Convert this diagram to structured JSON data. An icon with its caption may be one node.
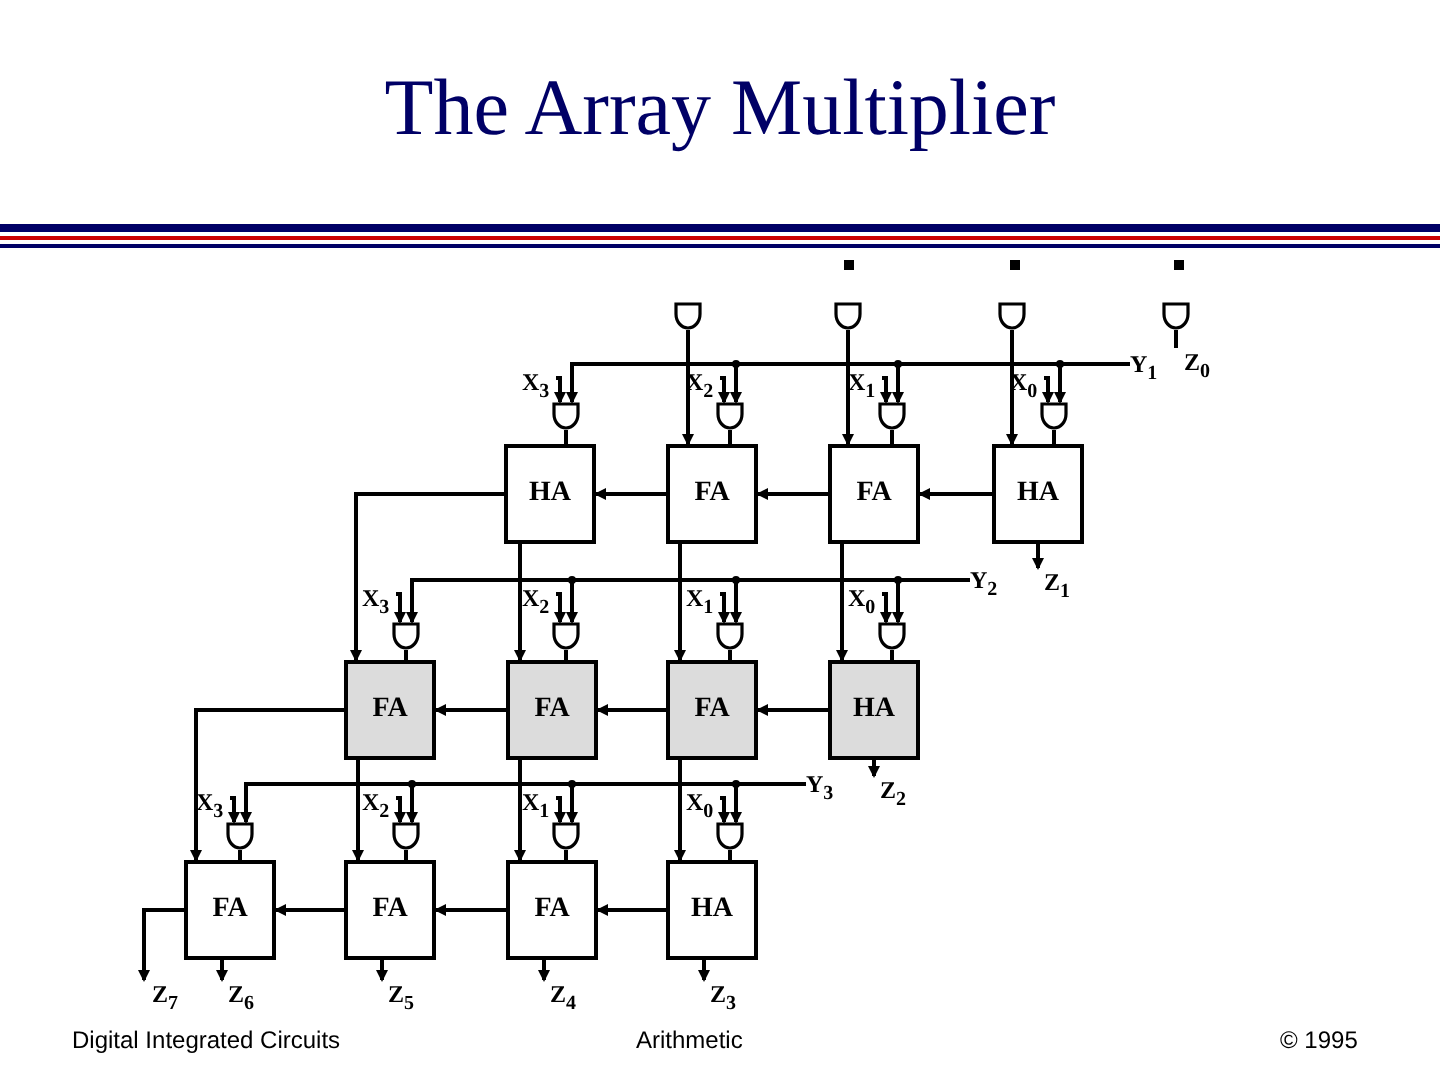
{
  "diagram": {
    "title": "The Array Multiplier",
    "nodes": [
      {
        "text": [],
        "shape": "gate"
      },
      {
        "text": [],
        "shape": "gate"
      },
      {
        "text": [],
        "shape": "gate"
      },
      {
        "text": [],
        "shape": "gate"
      },
      {
        "text": [
          "Z$_{0}$"
        ]
      },
      {
        "text": [],
        "shape": "gate"
      },
      {
        "text": [],
        "shape": "gate"
      },
      {
        "text": [],
        "shape": "gate"
      },
      {
        "text": [],
        "shape": "gate"
      },
      {
        "text": [
          "HA"
        ]
      },
      {
        "text": [
          "FA"
        ]
      },
      {
        "text": [
          "FA"
        ]
      },
      {
        "text": [
          "HA"
        ]
      },
      {
        "text": [
          "Z$_{1}$"
        ]
      },
      {
        "text": [],
        "shape": "gate"
      },
      {
        "text": [],
        "shape": "gate"
      },
      {
        "text": [],
        "shape": "gate"
      },
      {
        "text": [],
        "shape": "gate"
      },
      {
        "text": [
          "FA"
        ]
      },
      {
        "text": [
          "FA"
        ]
      },
      {
        "text": [
          "FA"
        ]
      },
      {
        "text": [
          "HA"
        ]
      },
      {
        "text": [
          "Z$_{2}$"
        ]
      },
      {
        "text": [],
        "shape": "gate"
      },
      {
        "text": [],
        "shape": "gate"
      },
      {
        "text": [],
        "shape": "gate"
      },
      {
        "text": [],
        "shape": "gate"
      },
      {
        "text": [
          "FA"
        ]
      },
      {
        "text": [
          "FA"
        ]
      },
      {
        "text": [
          "FA"
        ]
      },
      {
        "text": [
          "HA"
        ]
      },
      {
        "text": [
          "Z$_{7}$"
        ]
      },
      {
        "text": [
          "Z$_{6}$"
        ]
      },
      {
        "text": [
          "Z$_{5}$"
        ]
      },
      {
        "text": [
          "Z$_{4}$"
        ]
      },
      {
        "text": [
          "Z$_{3}$"
        ]
      },
      {
        "text": [
          "X$_{3}$"
        ]
      },
      {
        "text": [
          "X$_{2}$"
        ]
      },
      {
        "text": [
          "X$_{1}$"
        ]
      },
      {
        "text": [
          "X$_{0}$"
        ]
      },
      {
        "text": [
          "Y$_{1}$"
        ]
      },
      {
        "text": [
          "X$_{3}$"
        ]
      },
      {
        "text": [
          "X$_{2}$"
        ]
      },
      {
        "text": [
          "X$_{1}$"
        ]
      },
      {
        "text": [
          "X$_{0}$"
        ]
      },
      {
        "text": [
          "Y$_{2}$"
        ]
      },
      {
        "text": [
          "X$_{3}$"
        ]
      },
      {
        "text": [
          "X$_{2}$"
        ]
      },
      {
        "text": [
          "X$_{1}$"
        ]
      },
      {
        "text": [
          "X$_{0}$"
        ]
      },
      {
        "text": [
          "Y$_{3}$"
        ]
      }
    ],
    "edges": [
      {
        "from": 0,
        "to": 10,
        "arrow": "to"
      },
      {
        "from": 1,
        "to": 11,
        "arrow": "to"
      },
      {
        "from": 2,
        "to": 12,
        "arrow": "to"
      },
      {
        "from": 3,
        "to": 4,
        "arrow": "none"
      },
      {
        "from": 5,
        "to": 9,
        "arrow": "none"
      },
      {
        "from": 6,
        "to": 10,
        "arrow": "none"
      },
      {
        "from": 7,
        "to": 11,
        "arrow": "none"
      },
      {
        "from": 8,
        "to": 12,
        "arrow": "none"
      },
      {
        "from": 12,
        "to": 11,
        "arrow": "to"
      },
      {
        "from": 11,
        "to": 10,
        "arrow": "to"
      },
      {
        "from": 10,
        "to": 9,
        "arrow": "to"
      },
      {
        "from": 9,
        "to": 18,
        "arrow": "to"
      },
      {
        "from": 9,
        "to": 19,
        "arrow": "to"
      },
      {
        "from": 10,
        "to": 20,
        "arrow": "to"
      },
      {
        "from": 11,
        "to": 21,
        "arrow": "to"
      },
      {
        "from": 12,
        "to": 13,
        "arrow": "to"
      },
      {
        "from": 14,
        "to": 18,
        "arrow": "none"
      },
      {
        "from": 15,
        "to": 19,
        "arrow": "none"
      },
      {
        "from": 16,
        "to": 20,
        "arrow": "none"
      },
      {
        "from": 17,
        "to": 21,
        "arrow": "none"
      },
      {
        "from": 21,
        "to": 20,
        "arrow": "to"
      },
      {
        "from": 20,
        "to": 19,
        "arrow": "to"
      },
      {
        "from": 19,
        "to": 18,
        "arrow": "to"
      },
      {
        "from": 18,
        "to": 27,
        "arrow": "to"
      },
      {
        "from": 18,
        "to": 28,
        "arrow": "to"
      },
      {
        "from": 19,
        "to": 29,
        "arrow": "to"
      },
      {
        "from": 20,
        "to": 30,
        "arrow": "to"
      },
      {
        "from": 21,
        "to": 22,
        "arrow": "to"
      },
      {
        "from": 23,
        "to": 27,
        "arrow": "none"
      },
      {
        "from": 24,
        "to": 28,
        "arrow": "none"
      },
      {
        "from": 25,
        "to": 29,
        "arrow": "none"
      },
      {
        "from": 26,
        "to": 30,
        "arrow": "none"
      },
      {
        "from": 30,
        "to": 29,
        "arrow": "to"
      },
      {
        "from": 29,
        "to": 28,
        "arrow": "to"
      },
      {
        "from": 28,
        "to": 27,
        "arrow": "to"
      },
      {
        "from": 27,
        "to": 31,
        "arrow": "to"
      },
      {
        "from": 27,
        "to": 32,
        "arrow": "to"
      },
      {
        "from": 28,
        "to": 33,
        "arrow": "to"
      },
      {
        "from": 29,
        "to": 34,
        "arrow": "to"
      },
      {
        "from": 30,
        "to": 35,
        "arrow": "to"
      },
      {
        "from": 36,
        "to": 5,
        "arrow": "to"
      },
      {
        "from": 37,
        "to": 6,
        "arrow": "to"
      },
      {
        "from": 38,
        "to": 7,
        "arrow": "to"
      },
      {
        "from": 39,
        "to": 8,
        "arrow": "to"
      },
      {
        "from": 40,
        "to": 5,
        "arrow": "to"
      },
      {
        "from": 40,
        "to": 6,
        "arrow": "to"
      },
      {
        "from": 40,
        "to": 7,
        "arrow": "to"
      },
      {
        "from": 40,
        "to": 8,
        "arrow": "to"
      },
      {
        "from": 41,
        "to": 14,
        "arrow": "to"
      },
      {
        "from": 42,
        "to": 15,
        "arrow": "to"
      },
      {
        "from": 43,
        "to": 16,
        "arrow": "to"
      },
      {
        "from": 44,
        "to": 17,
        "arrow": "to"
      },
      {
        "from": 45,
        "to": 14,
        "arrow": "to"
      },
      {
        "from": 45,
        "to": 15,
        "arrow": "to"
      },
      {
        "from": 45,
        "to": 16,
        "arrow": "to"
      },
      {
        "from": 45,
        "to": 17,
        "arrow": "to"
      },
      {
        "from": 46,
        "to": 23,
        "arrow": "to"
      },
      {
        "from": 47,
        "to": 24,
        "arrow": "to"
      },
      {
        "from": 48,
        "to": 25,
        "arrow": "to"
      },
      {
        "from": 49,
        "to": 26,
        "arrow": "to"
      },
      {
        "from": 50,
        "to": 23,
        "arrow": "to"
      },
      {
        "from": 50,
        "to": 24,
        "arrow": "to"
      },
      {
        "from": 50,
        "to": 25,
        "arrow": "to"
      },
      {
        "from": 50,
        "to": 26,
        "arrow": "to"
      }
    ],
    "labels": [
      "Digital Integrated Circuits",
      "Arithmetic",
      "© 1995"
    ]
  }
}
